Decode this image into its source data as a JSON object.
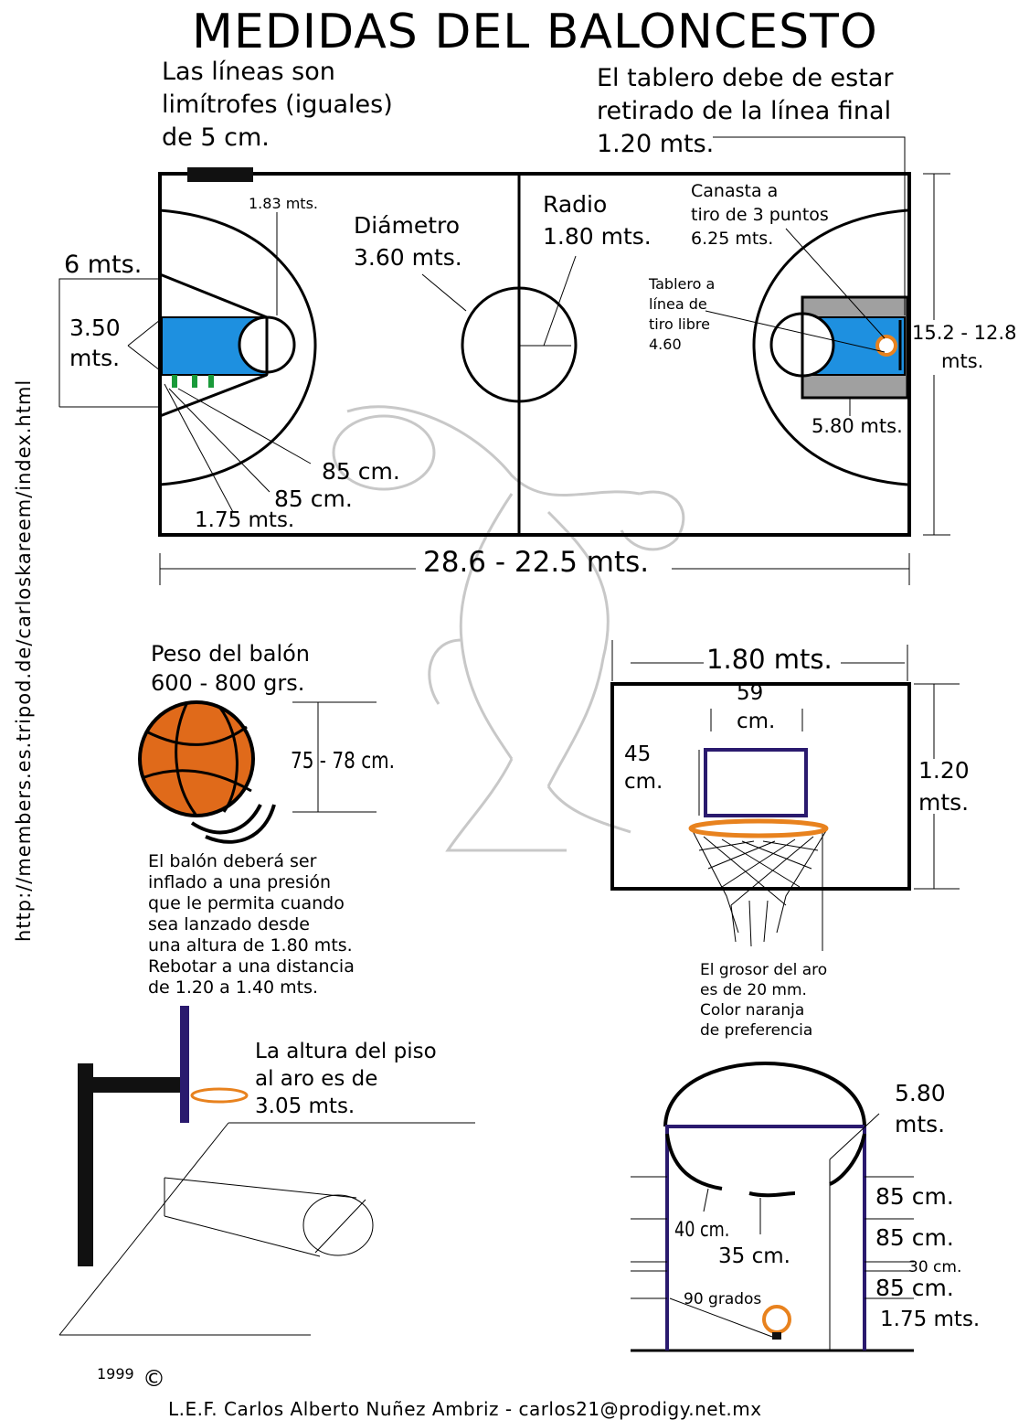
{
  "title": "MEDIDAS DEL BALONCESTO",
  "side_url": "http://members.es.tripod.de/carloskareem/index.html",
  "court": {
    "lines_note": [
      "Las líneas son",
      "limítrofes (iguales)",
      "de 5 cm."
    ],
    "backboard_note": [
      "El tablero  debe de estar",
      "retirado de la línea final",
      "1.20 mts."
    ],
    "label_183": "1.83 mts.",
    "diameter": [
      "Diámetro",
      "3.60 mts."
    ],
    "radius": [
      "Radio",
      "1.80 mts."
    ],
    "three_point": [
      "Canasta a",
      "tiro de 3 puntos",
      "6.25 mts."
    ],
    "free_throw": [
      "Tablero a",
      "línea de",
      "tiro libre",
      "4.60"
    ],
    "width_range": [
      "15.2 - 12.8",
      "mts."
    ],
    "label_6m": "6 mts.",
    "label_350": [
      "3.50",
      "mts."
    ],
    "label_580": "5.80 mts.",
    "label_85a": "85 cm.",
    "label_85b": "85 cm.",
    "label_175": "1.75  mts.",
    "length_range": "28.6 - 22.5 mts."
  },
  "ball": {
    "weight": [
      "Peso del balón",
      "600 - 800 grs."
    ],
    "diameter": "75 - 78  cm.",
    "pressure_text": [
      "El balón deberá ser",
      "inflado a una presión",
      "que le permita cuando",
      "sea lanzado desde",
      "una altura de 1.80 mts.",
      "Rebotar a una distancia",
      "de 1.20 a 1.40 mts."
    ]
  },
  "backboard": {
    "width": "1.80 mts.",
    "inner_width": [
      "59",
      "cm."
    ],
    "inner_height": [
      "45",
      "cm."
    ],
    "height": [
      "1.20",
      "mts."
    ],
    "rim_note": [
      "El grosor del aro",
      "es de 20 mm.",
      "Color naranja",
      "de preferencia"
    ]
  },
  "hoop": {
    "height_note": [
      "La altura del piso",
      "al aro es de",
      "3.05 mts."
    ]
  },
  "key": {
    "width": [
      "5.80",
      "mts."
    ],
    "label_85_1": "85 cm.",
    "label_85_2": "85 cm.",
    "label_30": "30 cm.",
    "label_85_3": "85 cm.",
    "label_175": "1.75 mts.",
    "label_40": "40 cm.",
    "label_35": "35 cm.",
    "label_90": "90 grados"
  },
  "footer": {
    "year": "1999",
    "copyright": "©",
    "credit": "L.E.F. Carlos Alberto Nuñez Ambriz  -  carlos21@prodigy.net.mx"
  },
  "colors": {
    "paint_blue": "#1e90e0",
    "paint_gray": "#a0a0a0",
    "rim_orange": "#e8821e",
    "ball_orange": "#e06a1a",
    "navy": "#2a1a6e",
    "green_marks": "#1a9a3a"
  }
}
